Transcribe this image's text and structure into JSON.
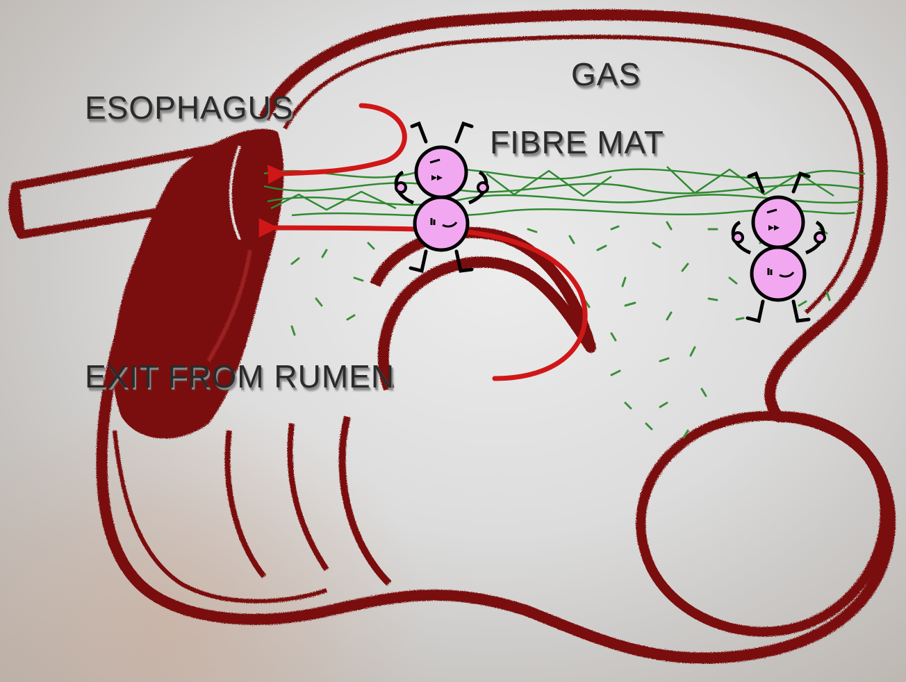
{
  "labels": {
    "gas": "GAS",
    "esophagus": "ESOPHAGUS",
    "fibre_mat": "FIBRE MAT",
    "exit": "EXIT FROM RUMEN"
  },
  "colors": {
    "outline": "#7a0a0a",
    "arrow": "#d01717",
    "fibre": "#2f8a2f",
    "microbe_fill": "#f2a8f0",
    "background": "#dcdcdc"
  },
  "icons": [
    "microbe-character-icon",
    "arrowhead-icon"
  ]
}
